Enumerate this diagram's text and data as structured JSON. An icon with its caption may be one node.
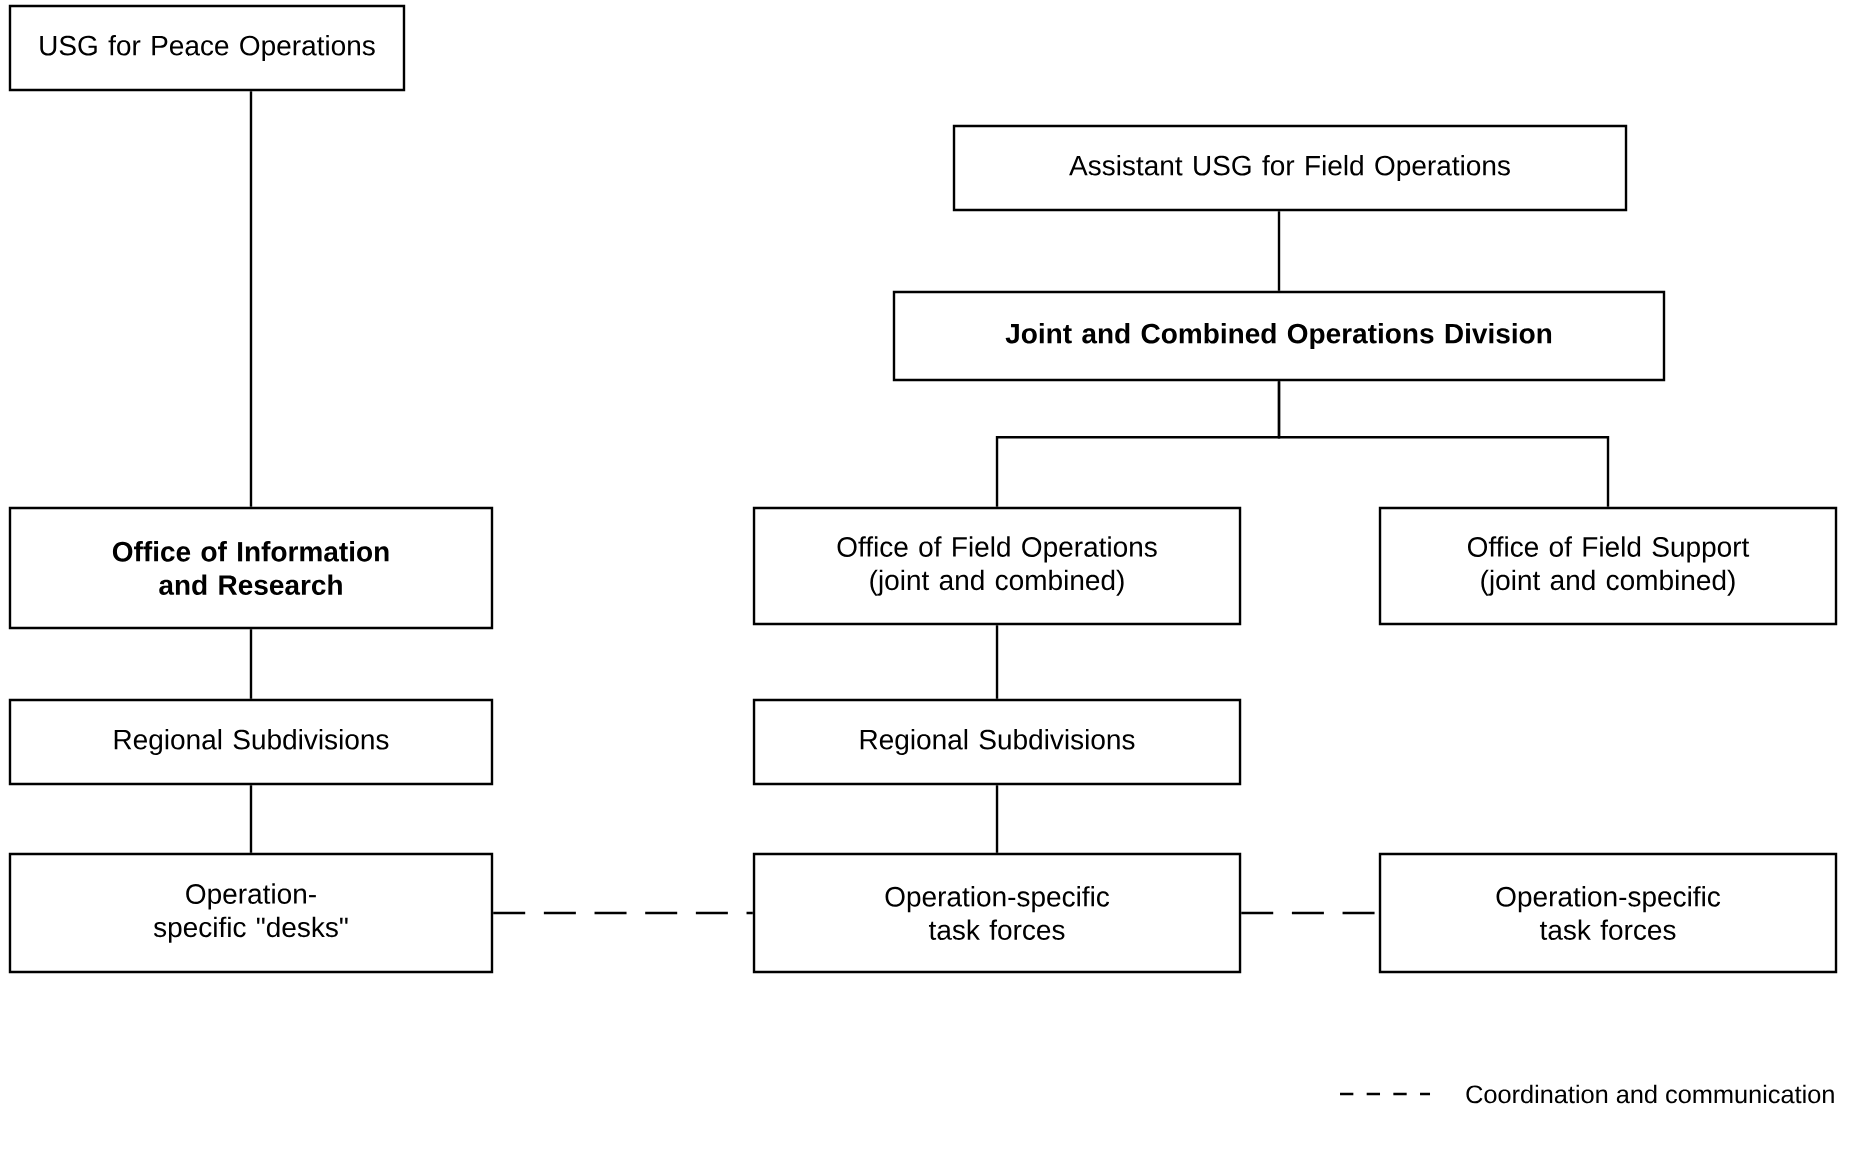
{
  "diagram": {
    "nodes": [
      {
        "text": [
          "USG for Peace Operations"
        ]
      },
      {
        "text": [
          "Assistant USG for Field Operations"
        ]
      },
      {
        "text": [
          "Joint and Combined Operations Division"
        ]
      },
      {
        "text": [
          "Office of Information and Research"
        ]
      },
      {
        "text": [
          "Office of Field Operations (joint and combined)"
        ]
      },
      {
        "text": [
          "Office of Field Support (joint and combined)"
        ]
      },
      {
        "text": [
          "Regional Subdivisions"
        ]
      },
      {
        "text": [
          "Regional Subdivisions"
        ]
      },
      {
        "text": [
          "Operation-specific \"desks\""
        ]
      },
      {
        "text": [
          "Operation-specific task forces"
        ]
      },
      {
        "text": [
          "Operation-specific task forces"
        ]
      }
    ],
    "edges": [
      {
        "from": 0,
        "to": 3,
        "arrow": "none"
      },
      {
        "from": 1,
        "to": 2,
        "arrow": "none"
      },
      {
        "from": 2,
        "to": 4,
        "arrow": "none"
      },
      {
        "from": 2,
        "to": 5,
        "arrow": "none"
      },
      {
        "from": 3,
        "to": 6,
        "arrow": "none"
      },
      {
        "from": 6,
        "to": 8,
        "arrow": "none"
      },
      {
        "from": 4,
        "to": 7,
        "arrow": "none"
      },
      {
        "from": 7,
        "to": 9,
        "arrow": "none"
      },
      {
        "from": 8,
        "to": 9,
        "arrow": "none",
        "style": "dashed"
      },
      {
        "from": 9,
        "to": 10,
        "arrow": "none",
        "style": "dashed"
      }
    ],
    "legend": [
      {
        "text": "Coordination and communication"
      }
    ]
  }
}
